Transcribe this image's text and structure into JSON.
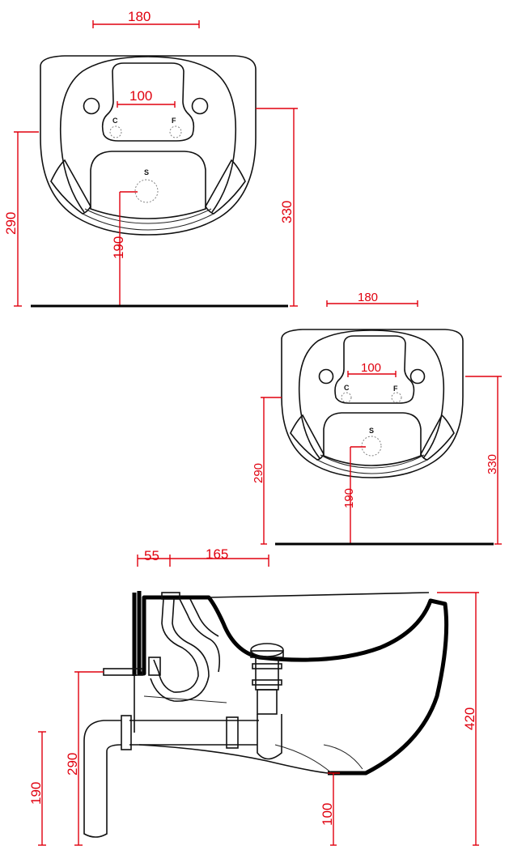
{
  "top_view_1": {
    "width_dim": "180",
    "tap_spacing_dim": "100",
    "height_left_dim": "290",
    "height_right_dim": "330",
    "drain_height_dim": "190",
    "hole_cold": "C",
    "hole_hot": "F",
    "hole_drain": "S"
  },
  "top_view_2": {
    "width_dim": "180",
    "tap_spacing_dim": "100",
    "height_left_dim": "290",
    "height_right_dim": "330",
    "drain_height_dim": "190",
    "hole_cold": "C",
    "hole_hot": "F",
    "hole_drain": "S"
  },
  "side_view": {
    "wall_offset_dim": "55",
    "depth_dim": "165",
    "total_height_dim": "420",
    "supply_height_dim": "290",
    "waste_height_dim": "190",
    "floor_gap_dim": "100"
  }
}
